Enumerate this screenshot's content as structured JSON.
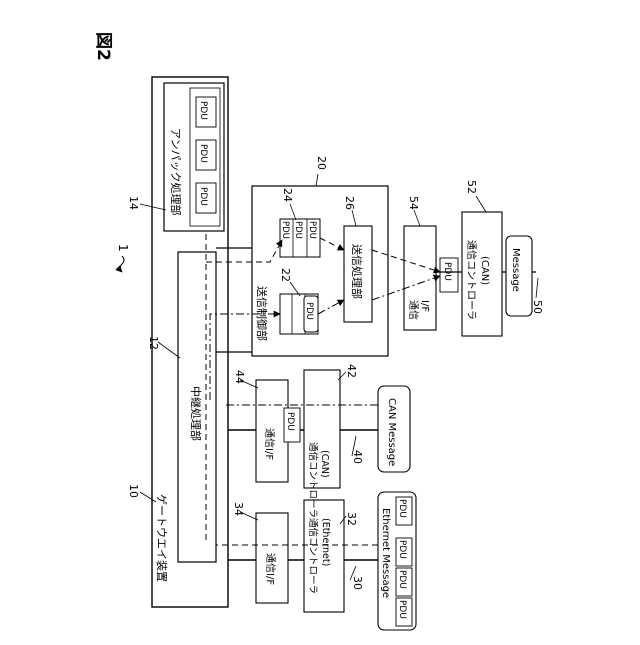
{
  "figure": {
    "title": "図2"
  },
  "labels": {
    "gateway": "ゲートウエイ装置",
    "relay": "中継処理部",
    "unpack": "アンパック処理部",
    "transmit_control": "送信制御部",
    "transmit_process": "送信処理部",
    "comm_if": "通信I/F",
    "comm_controller_eth_line1": "通信コントローラ",
    "comm_controller_eth_line2": "(Ethernet)",
    "comm_controller_can_line1": "通信コントローラ",
    "comm_controller_can_line2": "(CAN)",
    "comm_controller_can2_line1": "通信コントローラ",
    "comm_controller_can2_line2": "(CAN)",
    "comm_if_right_line1": "通信",
    "comm_if_right_line2": "I/F",
    "ethernet_message": "Ethernet Message",
    "can_message": "CAN Message",
    "message": "Message",
    "pdu": "PDU"
  },
  "refs": {
    "system": "1",
    "gateway": "10",
    "relay": "12",
    "unpack": "14",
    "transmit_control": "20",
    "buffer_22": "22",
    "buffer_24": "24",
    "transmit_process": "26",
    "line_30": "30",
    "controller_32": "32",
    "if_34": "34",
    "line_40": "40",
    "controller_42": "42",
    "if_44": "44",
    "line_50": "50",
    "controller_52": "52",
    "if_54": "54"
  }
}
